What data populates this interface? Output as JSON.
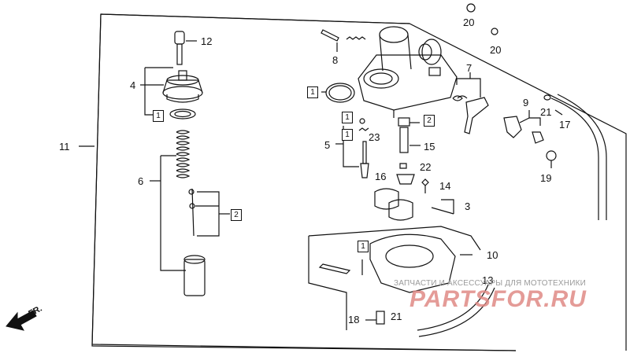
{
  "labels": {
    "p1a": "1",
    "p1b": "1",
    "p1c": "1",
    "p1d": "1",
    "p1e": "1",
    "p2a": "2",
    "p2b": "2",
    "p3": "3",
    "p4": "4",
    "p5": "5",
    "p6": "6",
    "p7": "7",
    "p8": "8",
    "p9": "9",
    "p10": "10",
    "p11": "11",
    "p12": "12",
    "p13": "13",
    "p14": "14",
    "p15": "15",
    "p16": "16",
    "p17": "17",
    "p18": "18",
    "p19": "19",
    "p20a": "20",
    "p20b": "20",
    "p21a": "21",
    "p21b": "21",
    "p22": "22",
    "p23": "23"
  },
  "watermark": {
    "small_text": "ЗАПЧАСТИ И АКСЕССУАРЫ ДЛЯ МОТОТЕХНИКИ",
    "brand": "PARTSFOR.RU",
    "brand_color": "#e08a86"
  },
  "direction": {
    "text": "FR."
  },
  "colors": {
    "line": "#111111",
    "background": "#ffffff"
  }
}
